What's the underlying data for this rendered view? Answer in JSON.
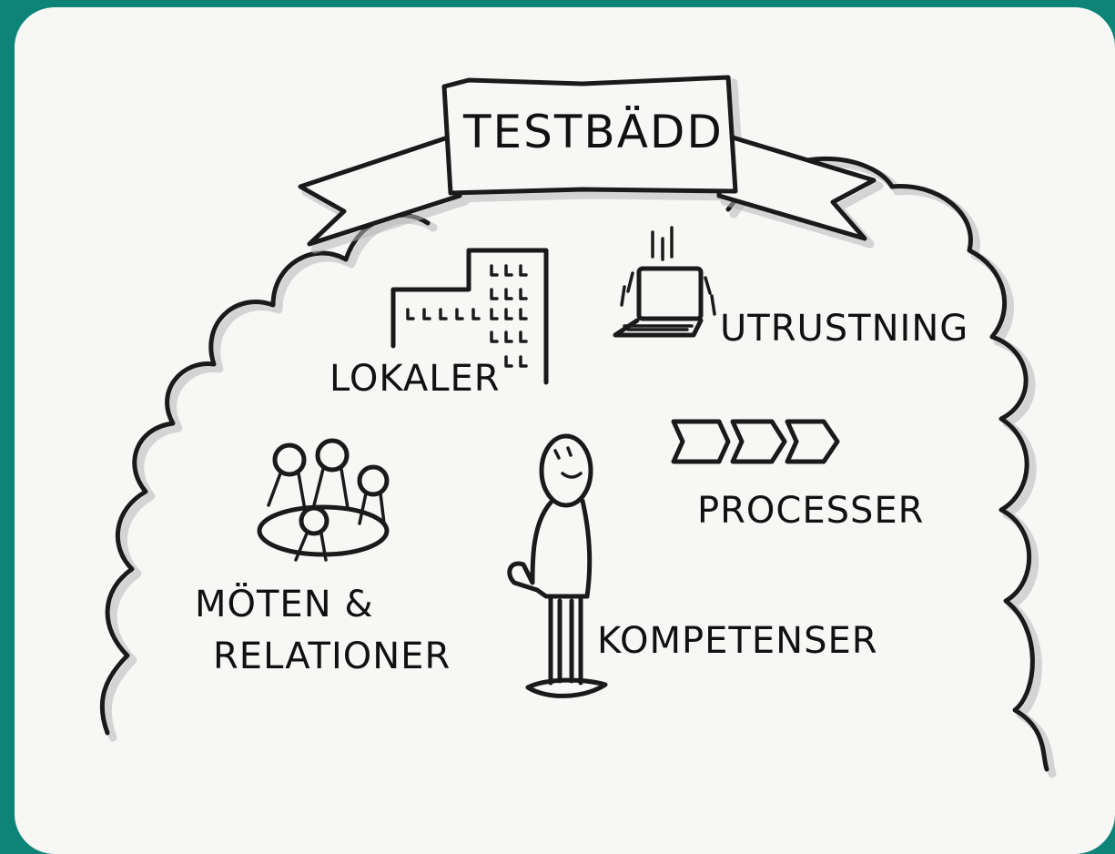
{
  "banner": {
    "title": "TESTBÄDD"
  },
  "items": [
    {
      "label": "LOKALER",
      "icon": "building-icon"
    },
    {
      "label": "UTRUSTNING",
      "icon": "laptop-icon"
    },
    {
      "label": "PROCESSER",
      "icon": "process-arrows-icon"
    },
    {
      "label": "MÖTEN &",
      "label2": "RELATIONER",
      "icon": "meeting-people-icon"
    },
    {
      "label": "KOMPETENSER",
      "icon": "person-icon"
    }
  ],
  "colors": {
    "frame": "#0e8478",
    "paper": "#f7f7f5",
    "ink": "#1a1a1a"
  }
}
